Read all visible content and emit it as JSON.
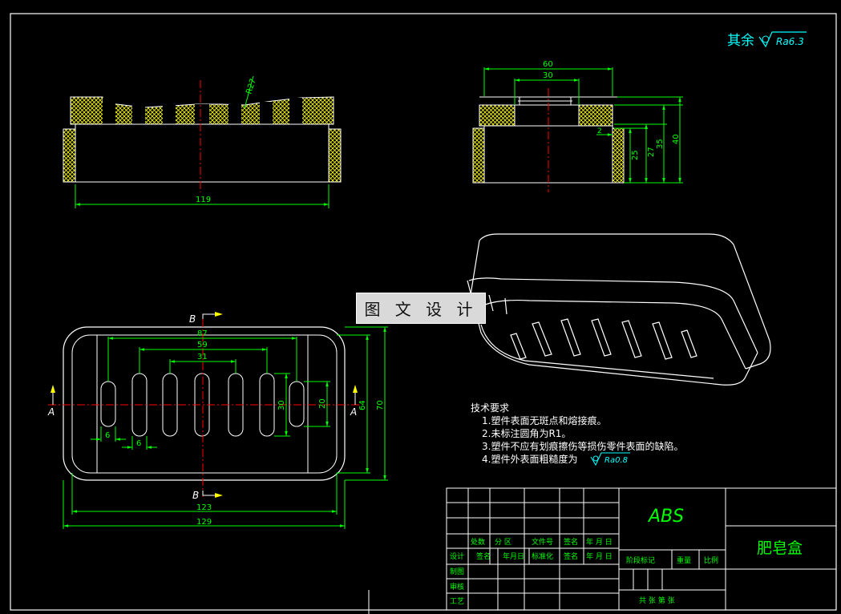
{
  "roughness_note": {
    "prefix": "其余",
    "value": "Ra6.3"
  },
  "watermark": "图 文 设 计",
  "dimensions": {
    "r27": "R27",
    "d119": "119",
    "d60": "60",
    "d30_top": "30",
    "d2": "2",
    "d25": "25",
    "d27": "27",
    "d35": "35",
    "d40": "40",
    "d87": "87",
    "d59": "59",
    "d31": "31",
    "d30_side": "30",
    "d20": "20",
    "d64": "64",
    "d70": "70",
    "d6_a": "6",
    "d6_b": "6",
    "d123": "123",
    "d129": "129"
  },
  "section_marks": {
    "b_top": "B",
    "b_bottom": "B",
    "a_left": "A",
    "a_right": "A"
  },
  "tech_requirements": {
    "title": "技术要求",
    "items": [
      "1.塑件表面无斑点和熔接痕。",
      "2.未标注圆角为R1。",
      "3.塑件不应有划痕擦伤等损伤零件表面的缺陷。",
      "4.塑件外表面粗糙度为"
    ],
    "item4_roughness": "Ra0.8"
  },
  "title_block": {
    "material": "ABS",
    "part_name": "肥皂盒",
    "headers": [
      "处数",
      "分 区",
      "文件号",
      "签名",
      "年 月 日"
    ],
    "row_design": [
      "设计",
      "签名",
      "年月日",
      "标准化",
      "签名",
      "年 月 日"
    ],
    "stage_label": "阶段标记",
    "weight_label": "重量",
    "scale_label": "比例",
    "draw_label": "制图",
    "review_label": "审核",
    "process_label": "工艺",
    "sheets_label": "共 张 第 张"
  },
  "colors": {
    "outline": "#ffffff",
    "dimension": "#00ff00",
    "centerline": "#ff0000",
    "hatch": "#ffff00",
    "note": "#00ffff",
    "frame": "#ffffff"
  }
}
